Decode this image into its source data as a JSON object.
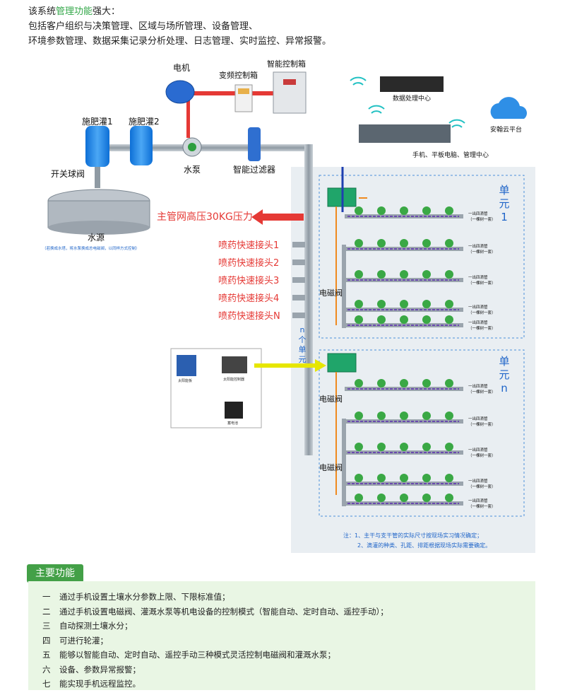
{
  "intro": {
    "line1_pre": "该系统",
    "line1_highlight": "管理功能",
    "line1_post": "强大：",
    "line2": "包括客户组织与决策管理、区域与场所管理、设备管理、",
    "line3": "环境参数管理、数据采集记录分析处理、日志管理、实时监控、异常报警。"
  },
  "diagram": {
    "motor": "电机",
    "inverter": "变频控制箱",
    "control_box": "智能控制箱",
    "tank1": "施肥灌1",
    "tank2": "施肥灌2",
    "ball_valve": "开关球阀",
    "pump": "水泵",
    "filter": "智能过滤器",
    "water_source": "水源",
    "water_source_note": "（若换成水塔，将水泵换成总电磁阀，以同样方式控制）",
    "pressure": "主管网高压30KG压力",
    "spray_heads": [
      "喷药快速接头1",
      "喷药快速接头2",
      "喷药快速接头3",
      "喷药快速接头4",
      "喷药快速接头N"
    ],
    "data_center": "数据处理中心",
    "cloud": "安翰云平台",
    "devices": "手机、平板电脑、管理中心",
    "unit1": [
      "单",
      "元",
      "1"
    ],
    "unitn": [
      "单",
      "元",
      "n"
    ],
    "n_units": [
      "n",
      "个",
      "单",
      "元"
    ],
    "solenoid": "电磁阀",
    "dripper_label1": "一出四滴管",
    "dripper_label2": "（一棵树一套）",
    "solar_panel": "太阳能板",
    "solar_controller": "太阳能控制器",
    "battery": "蓄电池",
    "note1": "注：1、主干与支干管的实际尺寸按现场实习情况确定；",
    "note2": "2、滴灌的种类、孔距、排距根据现场实际需要确定。"
  },
  "features": {
    "title": "主要功能",
    "items": [
      {
        "num": "一",
        "text": "通过手机设置土壤水分参数上限、下限标准值；"
      },
      {
        "num": "二",
        "text": "通过手机设置电磁阀、灌溉水泵等机电设备的控制模式（智能自动、定时自动、遥控手动）；"
      },
      {
        "num": "三",
        "text": "自动探测土壤水分；"
      },
      {
        "num": "四",
        "text": "可进行轮灌；"
      },
      {
        "num": "五",
        "text": "能够以智能自动、定时自动、遥控手动三种模式灵活控制电磁阀和灌溉水泵；"
      },
      {
        "num": "六",
        "text": "设备、参数异常报警；"
      },
      {
        "num": "七",
        "text": "能实现手机远程监控。"
      }
    ]
  },
  "colors": {
    "accent": "#43a047",
    "red": "#e53935",
    "pipe": "#9aa4ad",
    "blue": "#1e88e5",
    "orange": "#ef8a1f",
    "panel": "#e9eef2"
  }
}
